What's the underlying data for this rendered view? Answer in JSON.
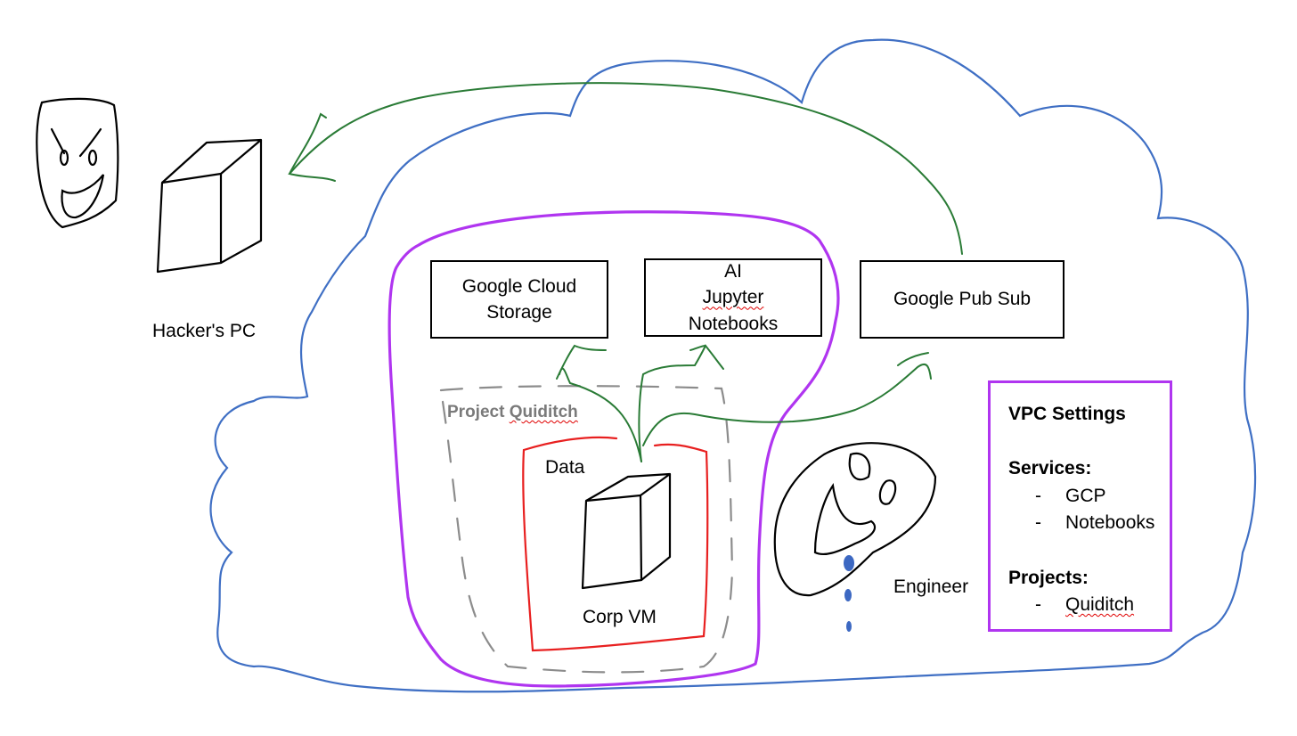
{
  "colors": {
    "cloud": "#3f6fc4",
    "vpc_boundary": "#b035f0",
    "project_boundary": "#8c8c8c",
    "vm_boundary": "#e82020",
    "flow_arrow": "#2a7b36",
    "ink": "#000000",
    "tear": "#3c68c2"
  },
  "actors": {
    "hacker": {
      "icon": "angry-face-icon",
      "pc_icon": "computer-tower-icon",
      "label": "Hacker's PC"
    },
    "engineer": {
      "icon": "smiling-face-icon",
      "label": "Engineer"
    }
  },
  "services": {
    "gcs": {
      "line1": "Google Cloud",
      "line2": "Storage"
    },
    "jupyter": {
      "line1_prefix": "AI ",
      "line1_flagged": "Jupyter",
      "line2": "Notebooks"
    },
    "pubsub": {
      "label": "Google Pub Sub"
    }
  },
  "project": {
    "title_prefix": "Project ",
    "title_flagged": "Quiditch",
    "data_label": "Data",
    "vm_label": "Corp VM",
    "vm_icon": "computer-tower-icon"
  },
  "vpc_settings": {
    "title": "VPC Settings",
    "services_heading": "Services:",
    "services": [
      "GCP",
      "Notebooks"
    ],
    "projects_heading": "Projects:",
    "projects": [
      "Quiditch"
    ],
    "bullet": "-"
  },
  "flows": [
    {
      "from": "Corp VM",
      "to": "Google Cloud Storage"
    },
    {
      "from": "Corp VM",
      "to": "AI Jupyter Notebooks"
    },
    {
      "from": "Corp VM",
      "to": "Google Pub Sub"
    },
    {
      "from": "Google Pub Sub",
      "to": "Hacker's PC"
    }
  ]
}
